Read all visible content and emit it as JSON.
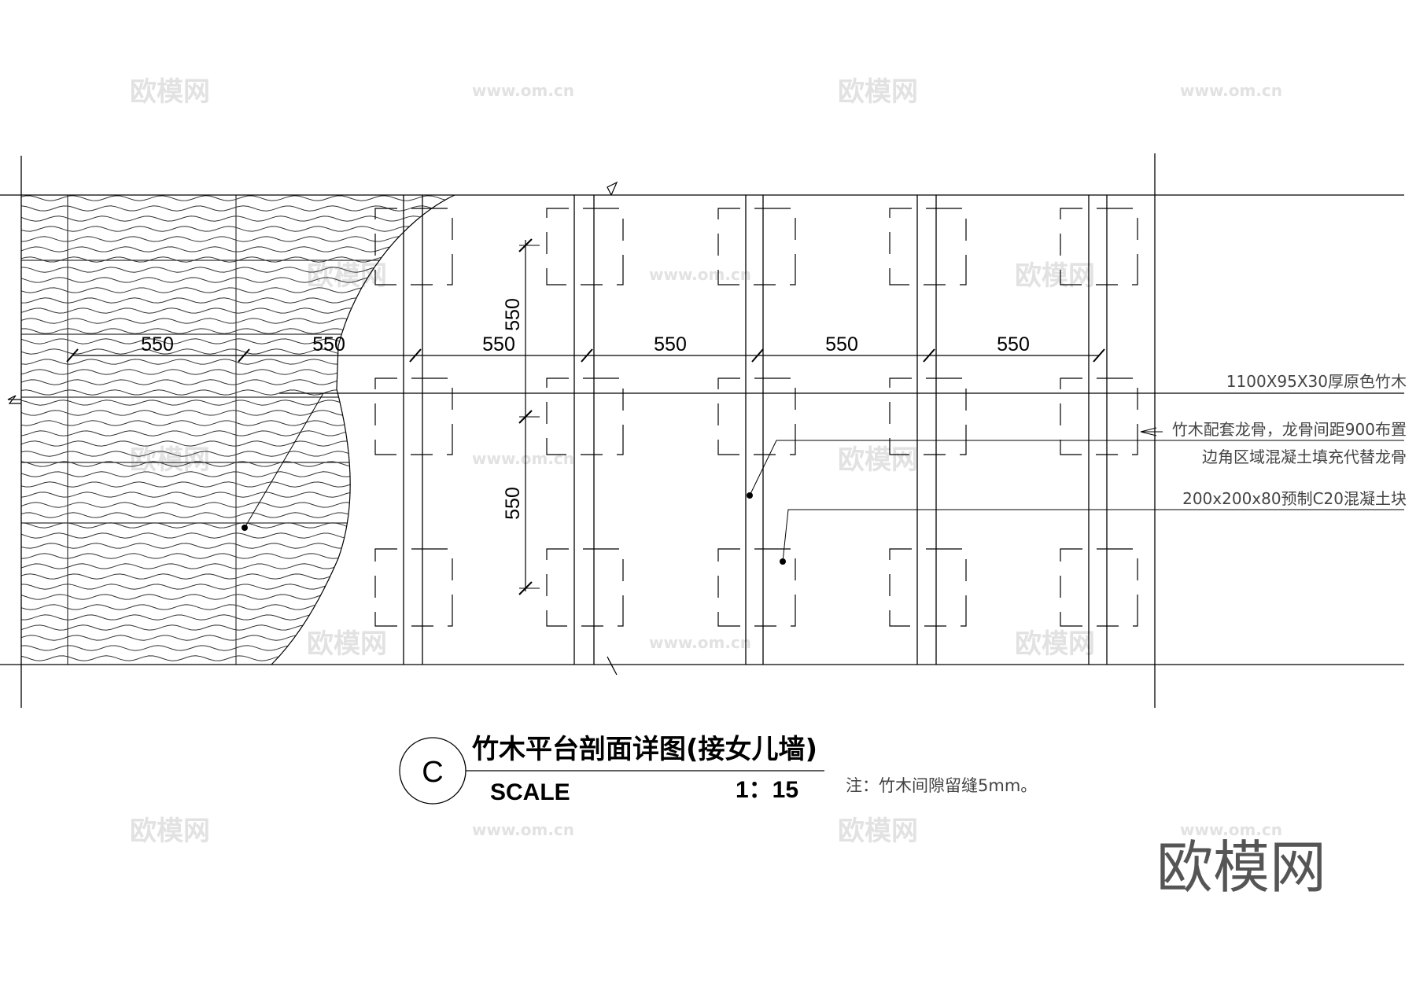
{
  "drawing": {
    "section_letter": "C",
    "title": "竹木平台剖面详图(接女儿墙)",
    "scale_label": "SCALE",
    "scale_value": "1：15",
    "note": "注：竹木间隙留缝5mm。",
    "dimensions": {
      "horizontal": [
        "550",
        "550",
        "550",
        "550",
        "550",
        "550"
      ],
      "vertical": [
        "550",
        "550"
      ]
    },
    "callouts": [
      "1100X95X30厚原色竹木",
      "竹木配套龙骨，龙骨间距900布置",
      "边角区域混凝土填充代替龙骨",
      "200x200x80预制C20混凝土块"
    ]
  },
  "watermark": {
    "brand": "欧模网",
    "url": "www.om.cn"
  }
}
